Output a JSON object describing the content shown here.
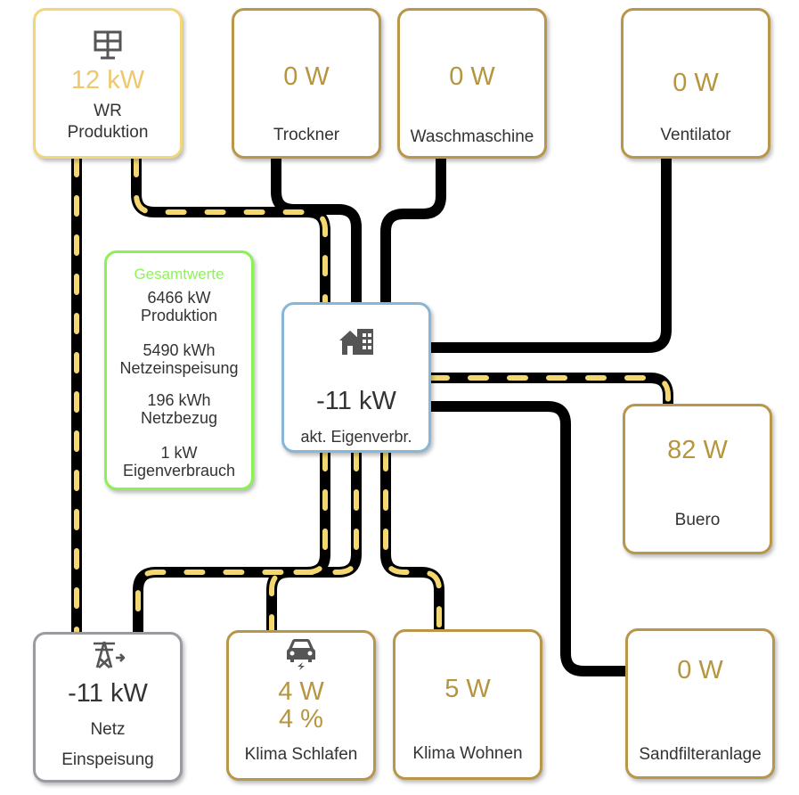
{
  "colors": {
    "flow_line": "#000000",
    "flow_dash": "#f4d770",
    "consumer_border": "#b8964a",
    "value_gold": "#b5963f",
    "production_border": "#f2d67a",
    "production_value": "#eec86a",
    "home_border": "#88b6d9",
    "grid_border": "#9a9aa2",
    "totals_border": "#8cf155",
    "totals_title": "#8ef35a",
    "text_dark": "#333333"
  },
  "production": {
    "icon": "solar-panel-icon",
    "value": "12 kW",
    "label_line1": "WR",
    "label_line2": "Produktion"
  },
  "consumers": {
    "trockner": {
      "value": "0 W",
      "label": "Trockner"
    },
    "waschmaschine": {
      "value": "0 W",
      "label": "Waschmaschine"
    },
    "ventilator": {
      "value": "0 W",
      "label": "Ventilator"
    },
    "buero": {
      "value": "82 W",
      "label": "Buero"
    },
    "klima_schlafen": {
      "icon": "car-charging-icon",
      "value": "4 W",
      "value2": "4 %",
      "label": "Klima Schlafen"
    },
    "klima_wohnen": {
      "value": "5 W",
      "label": "Klima Wohnen"
    },
    "sandfilteranlage": {
      "value": "0 W",
      "label": "Sandfilteranlage"
    }
  },
  "home": {
    "icon": "house-icon",
    "value": "-11 kW",
    "label": "akt. Eigenverbr."
  },
  "grid": {
    "icon": "transmission-tower-icon",
    "value": "-11 kW",
    "label_line1": "Netz",
    "label_line2": "Einspeisung"
  },
  "totals": {
    "title": "Gesamtwerte",
    "items": [
      {
        "value": "6466 kW",
        "label": "Produktion"
      },
      {
        "value": "5490 kWh",
        "label": "Netzeinspeisung"
      },
      {
        "value": "196 kWh",
        "label": "Netzbezug"
      },
      {
        "value": "1 kW",
        "label": "Eigenverbrauch"
      }
    ]
  }
}
